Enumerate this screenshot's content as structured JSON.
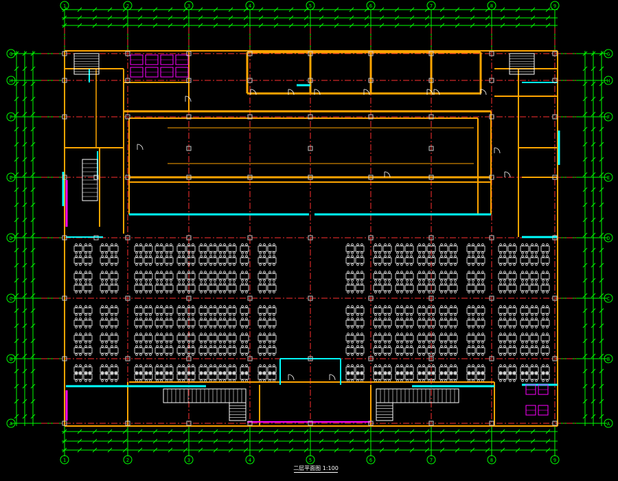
{
  "drawing": {
    "title": "二层平面图 1:100"
  },
  "axes": {
    "columns": [
      "1",
      "2",
      "3",
      "4",
      "5",
      "6",
      "7",
      "8",
      "9"
    ],
    "rows": [
      "G",
      "H",
      "F",
      "E",
      "D",
      "C",
      "B",
      "A"
    ]
  },
  "colors": {
    "background": "#000000",
    "grid": "#ff3030",
    "wall": "#ffa500",
    "column": "#c8c8c8",
    "window": "#00ffff",
    "furniture": "#ffffff",
    "dimension": "#00ff00",
    "stair": "#ffffff",
    "toilet": "#ff00ff",
    "label": "#ffffff"
  },
  "icons": [
    "axis-bubble",
    "door-swing",
    "stair",
    "dining-table",
    "toilet-fixture",
    "column"
  ]
}
